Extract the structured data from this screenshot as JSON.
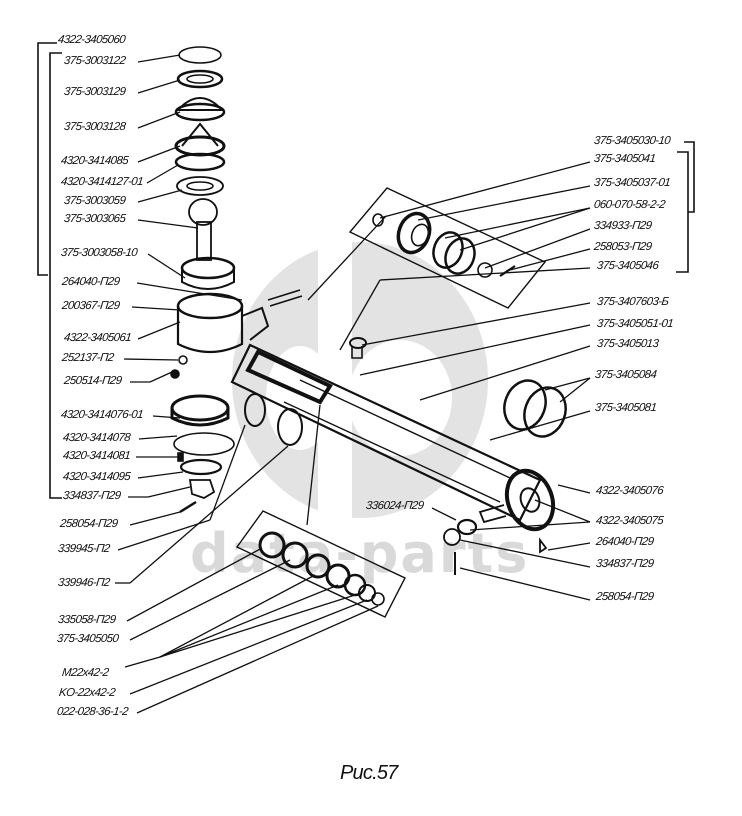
{
  "figure": {
    "caption": "Рис.57",
    "watermark_text": "data-parts",
    "watermark_logo": "db-logo",
    "colors": {
      "ink": "#111111",
      "watermark": "#d9d9d9",
      "background": "#ffffff"
    }
  },
  "labels_left": [
    {
      "id": "l1",
      "text": "4322-3405060"
    },
    {
      "id": "l2",
      "text": "375-3003122"
    },
    {
      "id": "l3",
      "text": "375-3003129"
    },
    {
      "id": "l4",
      "text": "375-3003128"
    },
    {
      "id": "l5",
      "text": "4320-3414085"
    },
    {
      "id": "l6",
      "text": "4320-3414127-01"
    },
    {
      "id": "l7",
      "text": "375-3003059"
    },
    {
      "id": "l8",
      "text": "375-3003065"
    },
    {
      "id": "l9",
      "text": "375-3003058-10"
    },
    {
      "id": "l10",
      "text": "264040-П29"
    },
    {
      "id": "l11",
      "text": "200367-П29"
    },
    {
      "id": "l12",
      "text": "4322-3405061"
    },
    {
      "id": "l13",
      "text": "252137-П2"
    },
    {
      "id": "l14",
      "text": "250514-П29"
    },
    {
      "id": "l15",
      "text": "4320-3414076-01"
    },
    {
      "id": "l16",
      "text": "4320-3414078"
    },
    {
      "id": "l17",
      "text": "4320-3414081"
    },
    {
      "id": "l18",
      "text": "4320-3414095"
    },
    {
      "id": "l19",
      "text": "334837-П29"
    },
    {
      "id": "l20",
      "text": "258054-П29"
    },
    {
      "id": "l21",
      "text": "339945-П2"
    },
    {
      "id": "l22",
      "text": "339946-П2"
    },
    {
      "id": "l23",
      "text": "335058-П29"
    },
    {
      "id": "l24",
      "text": "375-3405050"
    },
    {
      "id": "l25",
      "text": "M22x42-2"
    },
    {
      "id": "l26",
      "text": "KO-22x42-2"
    },
    {
      "id": "l27",
      "text": "022-028-36-1-2"
    }
  ],
  "labels_right": [
    {
      "id": "r1",
      "text": "375-3405030-10"
    },
    {
      "id": "r2",
      "text": "375-3405041"
    },
    {
      "id": "r3",
      "text": "375-3405037-01"
    },
    {
      "id": "r4",
      "text": "060-070-58-2-2"
    },
    {
      "id": "r5",
      "text": "334933-П29"
    },
    {
      "id": "r6",
      "text": "258053-П29"
    },
    {
      "id": "r7",
      "text": "375-3405046"
    },
    {
      "id": "r8",
      "text": "375-3407603-Б"
    },
    {
      "id": "r9",
      "text": "375-3405051-01"
    },
    {
      "id": "r10",
      "text": "375-3405013"
    },
    {
      "id": "r11",
      "text": "375-3405084"
    },
    {
      "id": "r12",
      "text": "375-3405081"
    },
    {
      "id": "r13",
      "text": "4322-3405076"
    },
    {
      "id": "r14",
      "text": "4322-3405075"
    },
    {
      "id": "r15",
      "text": "264040-П29"
    },
    {
      "id": "r16",
      "text": "334837-П29"
    },
    {
      "id": "r17",
      "text": "258054-П29"
    }
  ],
  "labels_center": [
    {
      "id": "c1",
      "text": "336024-П29"
    }
  ]
}
